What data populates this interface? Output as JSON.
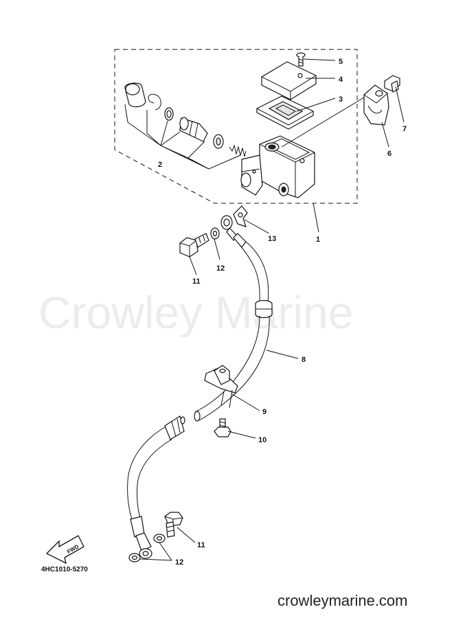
{
  "watermark": "Crowley Marine",
  "website": "crowleymarine.com",
  "part_code": "4HC1010-5270",
  "fwd_label": "FWD",
  "callouts": {
    "c1": "1",
    "c2": "2",
    "c3": "3",
    "c4": "4",
    "c5": "5",
    "c6": "6",
    "c7": "7",
    "c8": "8",
    "c9": "9",
    "c10": "10",
    "c11a": "11",
    "c11b": "11",
    "c12a": "12",
    "c12b": "12",
    "c13": "13"
  }
}
